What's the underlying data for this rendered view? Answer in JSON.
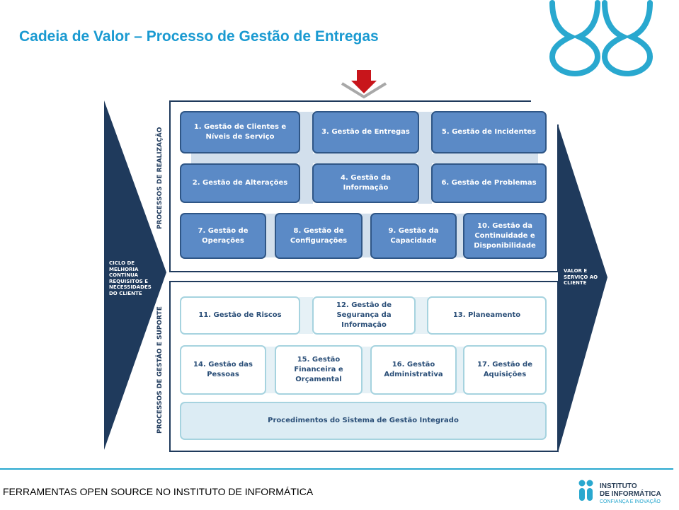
{
  "slide": {
    "title": "Cadeia de Valor – Processo de Gestão de Entregas",
    "footer": "FERRAMENTAS OPEN SOURCE NO INSTITUTO DE INFORMÁTICA"
  },
  "diagram": {
    "left_arrow_text": "CICLO DE MELHORIA\nCONTÍNUA\nREQUISITOS E\nNECESSIDADES\nDO CLIENTE",
    "right_arrow_text": "VALOR E\nSERVIÇO AO\nCLIENTE",
    "realizacao": {
      "label": "PROCESSOS DE REALIZAÇÃO",
      "boxes": [
        "1. Gestão de Clientes e Níveis de Serviço",
        "3. Gestão de Entregas",
        "5. Gestão de Incidentes",
        "2. Gestão de Alterações",
        "4. Gestão da Informação",
        "6. Gestão de Problemas",
        "7. Gestão de Operações",
        "8. Gestão de Configurações",
        "9. Gestão da Capacidade",
        "10. Gestão da Continuidade e Disponibilidade"
      ]
    },
    "suporte": {
      "label": "PROCESSOS DE GESTÃO E SUPORTE",
      "boxes": [
        "11. Gestão de Riscos",
        "12. Gestão de Segurança da Informação",
        "13. Planeamento",
        "14. Gestão das Pessoas",
        "15. Gestão Financeira e Orçamental",
        "16. Gestão Administrativa",
        "17. Gestão de Aquisições"
      ],
      "procedures": "Procedimentos do Sistema de Gestão Integrado"
    }
  },
  "logo": {
    "line1": "INSTITUTO",
    "line2": "DE INFORMÁTICA",
    "tagline": "CONFIANÇA E INOVAÇÃO"
  },
  "colors": {
    "title": "#1a9ad1",
    "navy": "#1f3a5c",
    "box_dark": "#5b8ac6",
    "box_border": "#2f5686",
    "light_border": "#a6d3df",
    "marker_red": "#c8151b",
    "logo_cyan": "#29a8cf"
  }
}
